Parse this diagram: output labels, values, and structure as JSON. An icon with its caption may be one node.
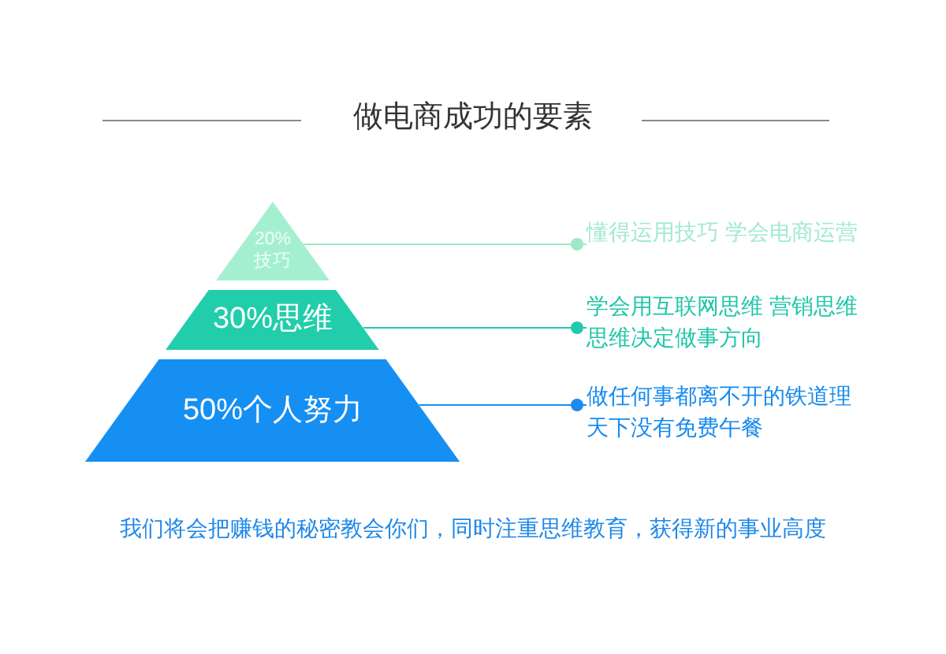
{
  "diagram": {
    "title": "做电商成功的要素",
    "nodes": [
      {
        "text": [
          "20%技巧"
        ]
      },
      {
        "text": [
          "30%思维"
        ]
      },
      {
        "text": [
          "50%个人努力"
        ]
      },
      {
        "text": [
          "懂得运用技巧 学会电商运营"
        ]
      },
      {
        "text": [
          "学会用互联网思维 营销思维思维决定做事方向"
        ]
      },
      {
        "text": [
          "做任何事都离不开的铁道理天下没有免费午餐"
        ]
      }
    ],
    "edges": [
      {
        "from": 3,
        "to": 0,
        "arrow": "other",
        "color": "#9fe8c8"
      },
      {
        "from": 4,
        "to": 1,
        "arrow": "other",
        "color": "#22c9aa"
      },
      {
        "from": 5,
        "to": 2,
        "arrow": "other",
        "color": "#1a8cf0"
      }
    ],
    "caption": "我们将会把赚钱的秘密教会你们，同时注重思维教育，获得新的事业高度"
  }
}
